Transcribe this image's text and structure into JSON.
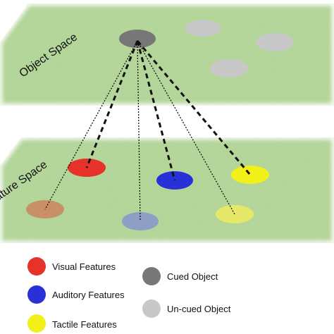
{
  "planes": {
    "object_space_label": "Object Space",
    "feature_space_label": "Feature Space"
  },
  "colors": {
    "plane": "#a9d38a",
    "visual": "#e63228",
    "auditory": "#2830d8",
    "tactile": "#f2f019",
    "cued": "#777777",
    "uncued": "#c8c8c8",
    "visual_faded": "#c99068",
    "auditory_faded": "#8e9ec4",
    "tactile_faded": "#e6e868"
  },
  "legend": [
    {
      "label": "Visual Features",
      "color_key": "visual"
    },
    {
      "label": "Auditory Features",
      "color_key": "auditory"
    },
    {
      "label": "Tactile Features",
      "color_key": "tactile"
    },
    {
      "label": "Cued Object",
      "color_key": "cued"
    },
    {
      "label": "Un-cued Object",
      "color_key": "uncued"
    }
  ],
  "connections": [
    {
      "target": "visual-feature-front",
      "style": "dashed-thick"
    },
    {
      "target": "auditory-feature-front",
      "style": "dashed-thick"
    },
    {
      "target": "tactile-feature-front",
      "style": "dashed-thick"
    },
    {
      "target": "visual-feature-back",
      "style": "dotted-thin"
    },
    {
      "target": "auditory-feature-back",
      "style": "dotted-thin"
    },
    {
      "target": "tactile-feature-back",
      "style": "dotted-thin"
    }
  ]
}
